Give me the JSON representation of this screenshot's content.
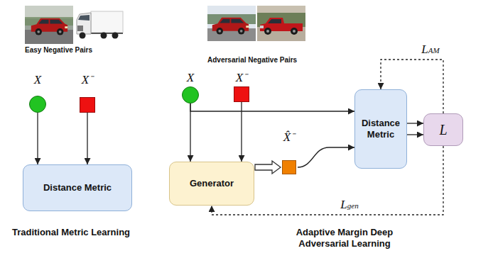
{
  "diagram": {
    "nodes": [
      {
        "text": [
          "X"
        ]
      },
      {
        "text": [
          "X⁻"
        ]
      },
      {
        "text": [
          "Distance Metric"
        ]
      },
      {
        "text": [
          "X"
        ]
      },
      {
        "text": [
          "X⁻"
        ]
      },
      {
        "text": [
          "Generator"
        ]
      },
      {
        "text": [
          "X̂⁻"
        ]
      },
      {
        "text": [
          "Distance Metric"
        ]
      },
      {
        "text": [
          "L"
        ]
      }
    ],
    "edges": [
      {
        "from": 0,
        "to": 2,
        "arrow": "to"
      },
      {
        "from": 1,
        "to": 2,
        "arrow": "to"
      },
      {
        "from": 3,
        "to": 7,
        "arrow": "to"
      },
      {
        "from": 3,
        "to": 5,
        "arrow": "to"
      },
      {
        "from": 4,
        "to": 5,
        "arrow": "to"
      },
      {
        "from": 5,
        "to": 6,
        "arrow": "to"
      },
      {
        "from": 6,
        "to": 7,
        "arrow": "to"
      },
      {
        "from": 7,
        "to": 8,
        "arrow": "to"
      },
      {
        "from": 7,
        "to": 8,
        "arrow": "to"
      },
      {
        "from": 8,
        "to": 7,
        "label": "LAM",
        "arrow": "to"
      },
      {
        "from": 8,
        "to": 5,
        "label": "Lgen",
        "arrow": "to"
      }
    ],
    "labels": [
      "Easy Negative Pairs",
      "Adversarial Negative Pairs",
      "Traditional Metric Learning",
      "Adaptive Margin Deep Adversarial Learning"
    ]
  }
}
